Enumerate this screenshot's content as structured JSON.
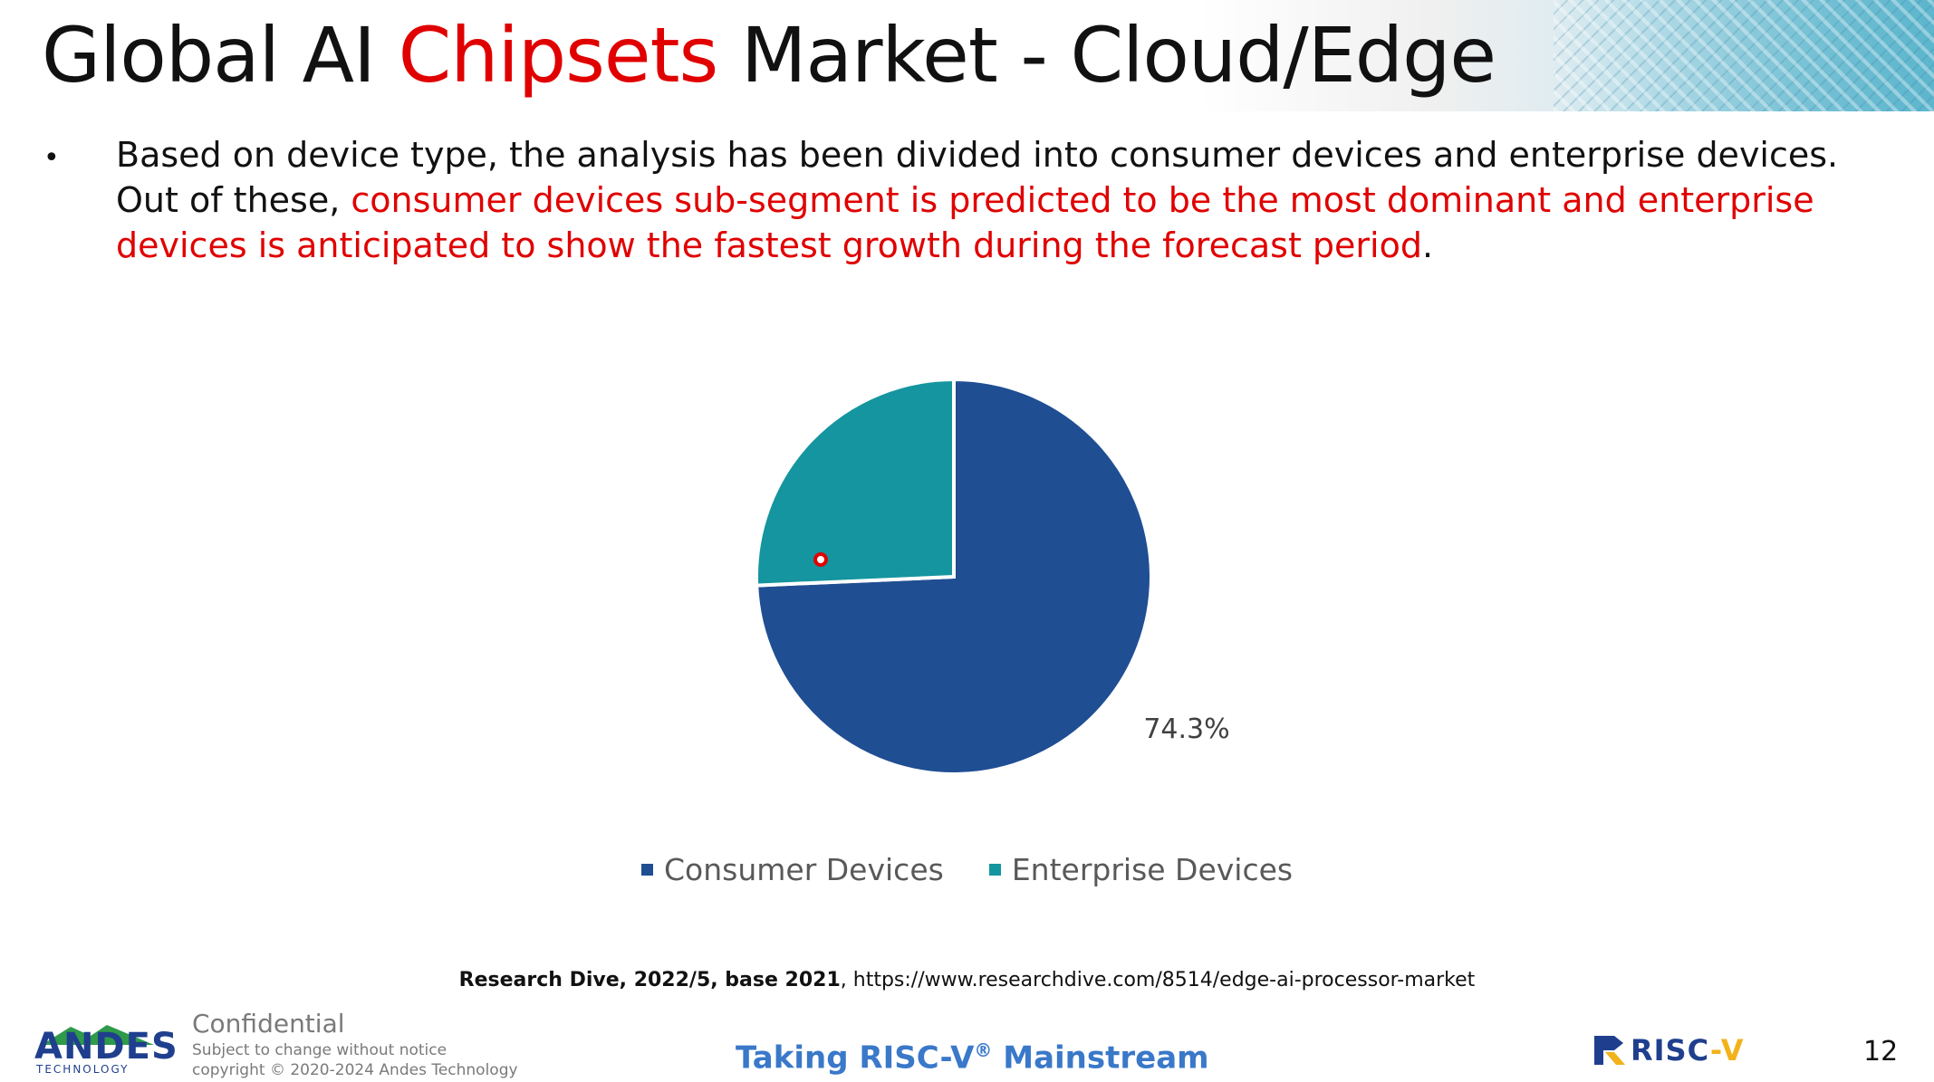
{
  "slide": {
    "title_part1": "Global AI ",
    "title_accent": "Chipsets",
    "title_part2": " Market - Cloud/Edge",
    "bullet_symbol": "•",
    "bullet_text_1": "Based on device type, the analysis has been divided into consumer devices and enterprise devices. Out of these, ",
    "bullet_text_red": "consumer devices sub-segment is predicted to be the most dominant and enterprise devices is anticipated to show the fastest growth during the forecast period",
    "bullet_text_end": ".",
    "colors": {
      "accent_red": "#e00000",
      "consumer": "#1f4e93",
      "enterprise": "#14959f"
    }
  },
  "chart_data": {
    "type": "pie",
    "title": "",
    "slices": [
      {
        "name": "Consumer Devices",
        "value": 74.3,
        "label": "74.3%",
        "color": "#1f4e93"
      },
      {
        "name": "Enterprise Devices",
        "value": 25.7,
        "label": "",
        "color": "#14959f"
      }
    ],
    "legend_position": "bottom"
  },
  "source": {
    "bold": "Research Dive, 2022/5, base 2021",
    "rest": ", https://www.researchdive.com/8514/edge-ai-processor-market"
  },
  "footer": {
    "logo": "ANDES",
    "logo_sub": "TECHNOLOGY",
    "confidential": "Confidential",
    "line1": "Subject to change without notice",
    "line2": "copyright © 2020-2024 Andes Technology",
    "tagline": "Taking RISC-V",
    "tagline_sup": "®",
    "tagline_end": " Mainstream",
    "riscv_logo_a": "RISC",
    "riscv_logo_dash": "-V",
    "page_number": "12"
  }
}
